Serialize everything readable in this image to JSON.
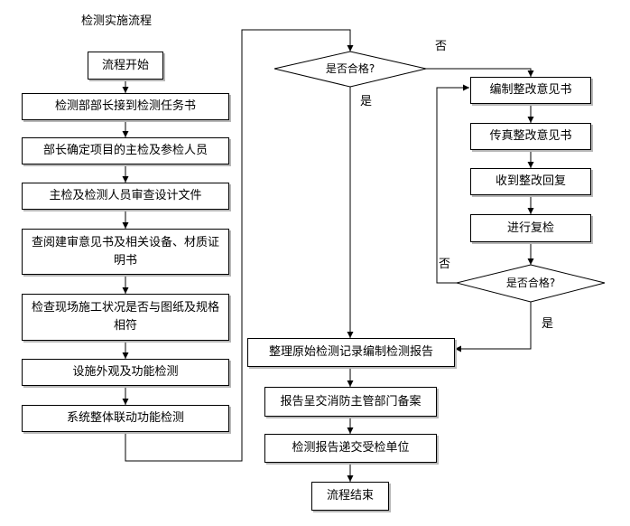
{
  "title": "检测实施流程",
  "left_steps": [
    "流程开始",
    "检测部部长接到检测任务书",
    "部长确定项目的主检及参检人员",
    "主检及检测人员审查设计文件",
    "查阅建审意见书及相关设备、材质证明书",
    "检查现场施工状况是否与图纸及规格相符",
    "设施外观及功能检测",
    "系统整体联动功能检测"
  ],
  "decision_top": "是否合格?",
  "decision_bottom": "是否合格?",
  "right_steps": [
    "编制整改意见书",
    "传真整改意见书",
    "收到整改回复",
    "进行复检"
  ],
  "center_steps": [
    "整理原始检测记录编制检测报告",
    "报告呈交消防主管部门备案",
    "检测报告递交受检单位",
    "流程结束"
  ],
  "branch_labels": {
    "top_no": "否",
    "top_yes": "是",
    "bottom_no": "否",
    "bottom_yes": "是"
  }
}
